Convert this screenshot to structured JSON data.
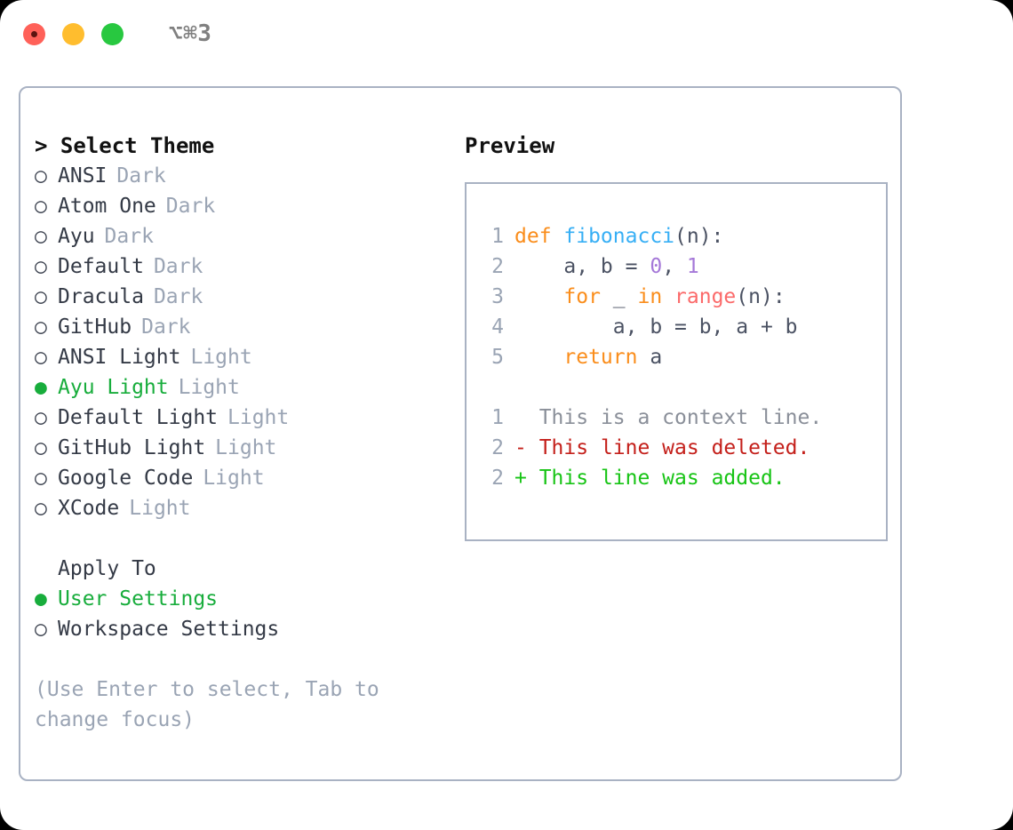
{
  "window": {
    "title": "⌥⌘3",
    "traffic_lights": [
      {
        "name": "close-button",
        "color": "#ff6159"
      },
      {
        "name": "minimize-button",
        "color": "#ffbd2e"
      },
      {
        "name": "maximize-button",
        "color": "#28c840"
      }
    ]
  },
  "theme_selector": {
    "heading": "> Select Theme",
    "marker_selected": "●",
    "marker_unselected": "○",
    "items": [
      {
        "marker": "○",
        "label": "ANSI",
        "tag": "Dark",
        "selected": false
      },
      {
        "marker": "○",
        "label": "Atom One",
        "tag": "Dark",
        "selected": false
      },
      {
        "marker": "○",
        "label": "Ayu",
        "tag": "Dark",
        "selected": false
      },
      {
        "marker": "○",
        "label": "Default",
        "tag": "Dark",
        "selected": false
      },
      {
        "marker": "○",
        "label": "Dracula",
        "tag": "Dark",
        "selected": false
      },
      {
        "marker": "○",
        "label": "GitHub",
        "tag": "Dark",
        "selected": false
      },
      {
        "marker": "○",
        "label": "ANSI Light",
        "tag": "Light",
        "selected": false
      },
      {
        "marker": "●",
        "label": "Ayu Light",
        "tag": "Light",
        "selected": true
      },
      {
        "marker": "○",
        "label": "Default Light",
        "tag": "Light",
        "selected": false
      },
      {
        "marker": "○",
        "label": "GitHub Light",
        "tag": "Light",
        "selected": false
      },
      {
        "marker": "○",
        "label": "Google Code",
        "tag": "Light",
        "selected": false
      },
      {
        "marker": "○",
        "label": "XCode",
        "tag": "Light",
        "selected": false
      }
    ]
  },
  "apply_to": {
    "heading": "Apply To",
    "items": [
      {
        "marker": "●",
        "label": "User Settings",
        "selected": true
      },
      {
        "marker": "○",
        "label": "Workspace Settings",
        "selected": false
      }
    ]
  },
  "hint": "(Use Enter to select, Tab to change focus)",
  "preview": {
    "heading": "Preview",
    "code_lines": [
      {
        "number": "1",
        "tokens": [
          {
            "text": "def ",
            "type": "kw"
          },
          {
            "text": "fibonacci",
            "type": "fn"
          },
          {
            "text": "(n):",
            "type": "plain"
          }
        ]
      },
      {
        "number": "2",
        "tokens": [
          {
            "text": "    a, b = ",
            "type": "plain"
          },
          {
            "text": "0",
            "type": "num"
          },
          {
            "text": ", ",
            "type": "plain"
          },
          {
            "text": "1",
            "type": "num"
          }
        ]
      },
      {
        "number": "3",
        "tokens": [
          {
            "text": "    ",
            "type": "plain"
          },
          {
            "text": "for",
            "type": "kw"
          },
          {
            "text": " _ ",
            "type": "plain"
          },
          {
            "text": "in",
            "type": "kw"
          },
          {
            "text": " ",
            "type": "plain"
          },
          {
            "text": "range",
            "type": "call"
          },
          {
            "text": "(n):",
            "type": "plain"
          }
        ]
      },
      {
        "number": "4",
        "tokens": [
          {
            "text": "        a, b = b, a + b",
            "type": "plain"
          }
        ]
      },
      {
        "number": "5",
        "tokens": [
          {
            "text": "    ",
            "type": "plain"
          },
          {
            "text": "return",
            "type": "kw"
          },
          {
            "text": " a",
            "type": "plain"
          }
        ]
      }
    ],
    "diff_lines": [
      {
        "number": "1",
        "prefix": "  ",
        "text": "This is a context line.",
        "type": "ctx"
      },
      {
        "number": "2",
        "prefix": "- ",
        "text": "This line was deleted.",
        "type": "del"
      },
      {
        "number": "2",
        "prefix": "+ ",
        "text": "This line was added.",
        "type": "add"
      }
    ]
  },
  "colors": {
    "accent_green": "#18ad3c",
    "muted": "#9aa4b4",
    "border": "#a9b2c3",
    "keyword": "#fa8d1b",
    "function": "#37aff5",
    "number": "#a578d8",
    "call": "#fb6a6a",
    "diff_delete": "#c4201b",
    "diff_add": "#17c415"
  }
}
